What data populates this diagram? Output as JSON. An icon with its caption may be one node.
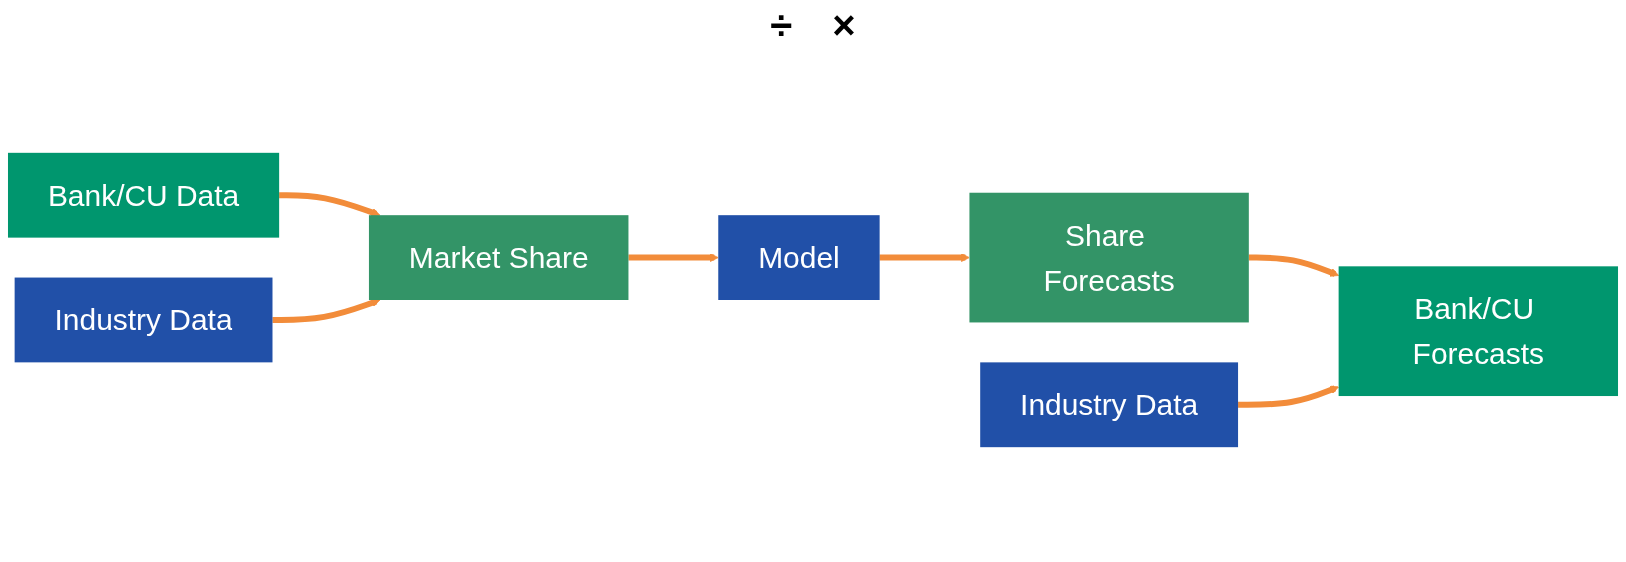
{
  "diagram": {
    "nodes": [
      {
        "text": [
          "Bank/CU Data"
        ]
      },
      {
        "text": [
          "Industry Data"
        ]
      },
      {
        "text": [
          "Market Share"
        ]
      },
      {
        "text": [
          "Model"
        ]
      },
      {
        "text": [
          "Share Forecasts"
        ]
      },
      {
        "text": [
          "Industry Data"
        ]
      },
      {
        "text": [
          "Bank/CU Forecasts"
        ]
      }
    ],
    "edges": [
      {
        "from": 0,
        "to": 2,
        "arrow": "to"
      },
      {
        "from": 1,
        "to": 2,
        "arrow": "to"
      },
      {
        "from": 2,
        "to": 3,
        "arrow": "to"
      },
      {
        "from": 3,
        "to": 4,
        "arrow": "to"
      },
      {
        "from": 4,
        "to": 6,
        "arrow": "to"
      },
      {
        "from": 5,
        "to": 6,
        "arrow": "to"
      }
    ],
    "labels": [
      "÷",
      "×"
    ]
  }
}
